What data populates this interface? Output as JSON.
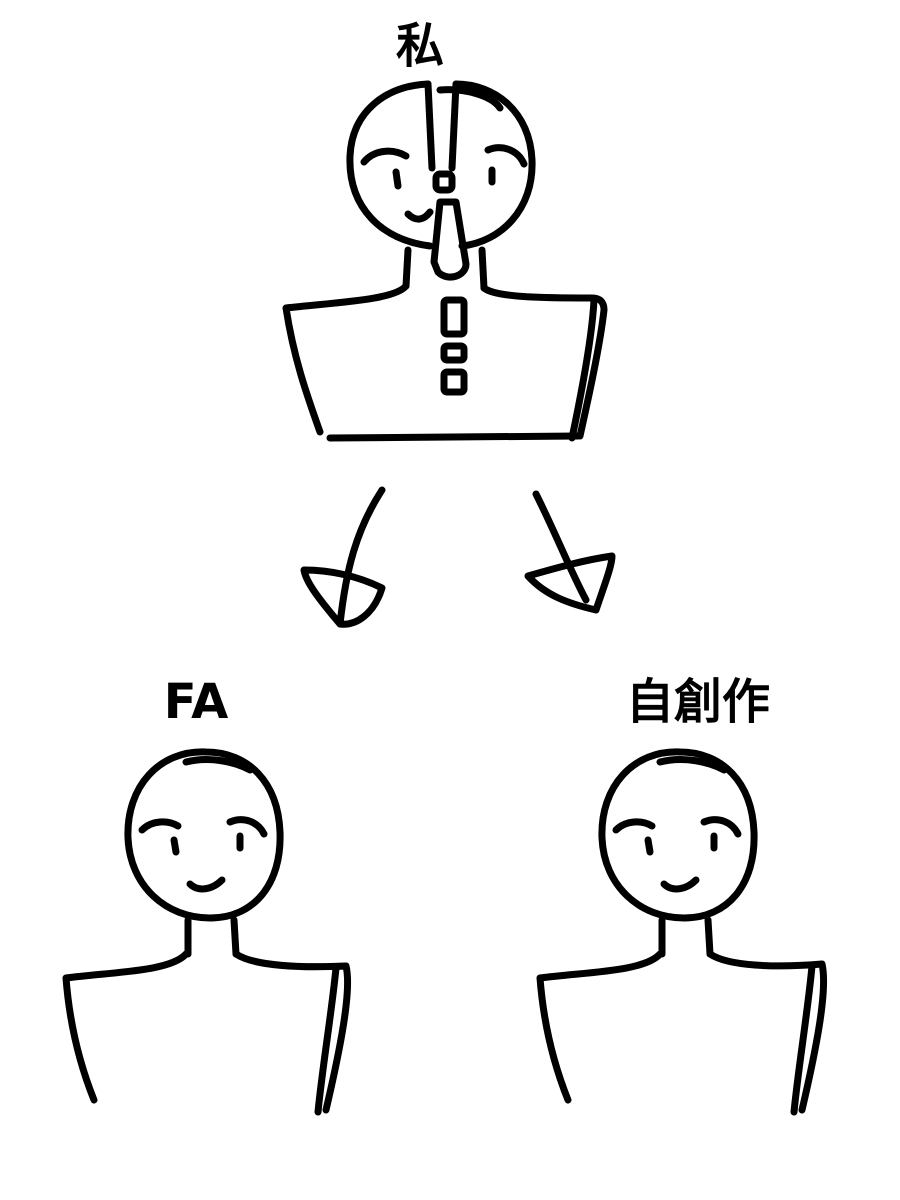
{
  "labels": {
    "top": "私",
    "left": "FA",
    "right": "自創作"
  },
  "colors": {
    "ink": "#000000",
    "background": "#ffffff"
  }
}
